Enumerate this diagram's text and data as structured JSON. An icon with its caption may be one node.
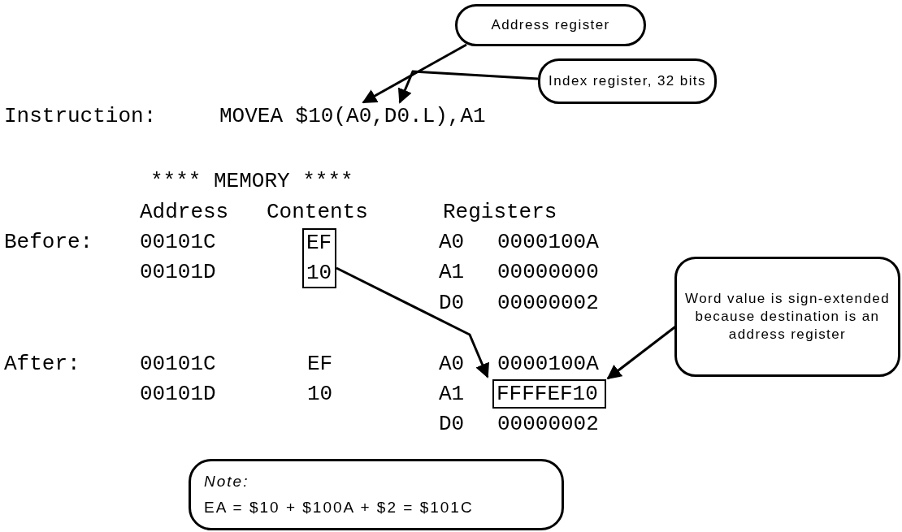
{
  "diagram": {
    "nodes": [
      {
        "text": [
          "Address register"
        ]
      },
      {
        "text": [
          "Index register, 32 bits"
        ]
      },
      {
        "text": [
          "MOVEA $10(A0,D0.L),A1"
        ]
      },
      {
        "text": [
          "EF",
          "10"
        ]
      },
      {
        "text": [
          "Word value is sign-extended because destination is an address register"
        ]
      },
      {
        "text": [
          "FFFFEF10"
        ]
      },
      {
        "text": [
          "Note:",
          "EA = $10 + $100A + $2 = $101C"
        ]
      }
    ],
    "edges": [
      {
        "from": 0,
        "to": 2,
        "arrow": "to"
      },
      {
        "from": 1,
        "to": 2,
        "arrow": "to"
      },
      {
        "from": 3,
        "to": 5,
        "arrow": "to"
      },
      {
        "from": 4,
        "to": 5,
        "arrow": "to"
      }
    ],
    "labels": [
      "Instruction:",
      "**** MEMORY ****",
      "Address",
      "Contents",
      "Registers",
      "Before:",
      "00101C",
      "A0",
      "0000100A",
      "00101D",
      "A1",
      "00000000",
      "D0",
      "00000002",
      "After:",
      "00101C",
      "EF",
      "A0",
      "0000100A",
      "00101D",
      "10",
      "A1",
      "D0",
      "00000002"
    ]
  }
}
